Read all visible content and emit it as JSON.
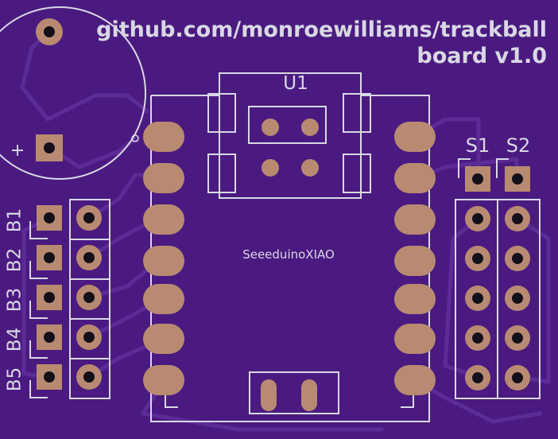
{
  "title_line1": "github.com/monroewilliams/trackball",
  "title_line2": "board v1.0",
  "module_ref": "U1",
  "module_name": "SeeeduinoXIAO",
  "battery_polarity": "+",
  "switch_labels": [
    "S1",
    "S2"
  ],
  "button_labels": [
    "B1",
    "B2",
    "B3",
    "B4",
    "B5"
  ],
  "colors": {
    "board": "#4b1a80",
    "trace": "#6030a0",
    "silkscreen": "#d8d8e4",
    "copper_pad": "#b88a72",
    "drill": "#14101a"
  }
}
